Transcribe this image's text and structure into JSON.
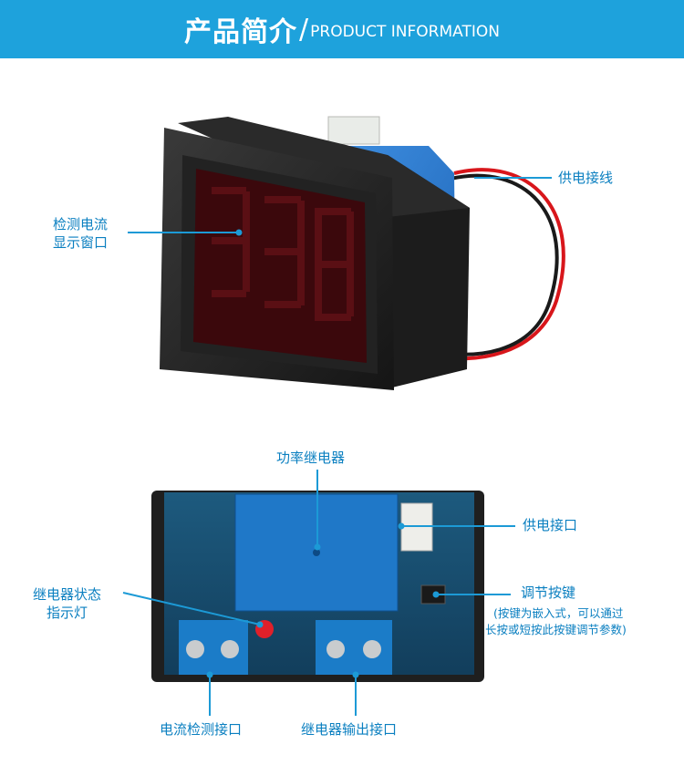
{
  "banner": {
    "title_cn": "产品简介",
    "slash": "/",
    "title_en": "PRODUCT INFORMATION"
  },
  "labels": {
    "display_window_line1": "检测电流",
    "display_window_line2": "显示窗口",
    "power_wire": "供电接线",
    "power_relay": "功率继电器",
    "power_port": "供电接口",
    "relay_status_line1": "继电器状态",
    "relay_status_line2": "指示灯",
    "adjust_button": "调节按键",
    "adjust_note_line1": "(按键为嵌入式，可以通过",
    "adjust_note_line2": "长按或短按此按键调节参数)",
    "current_port": "电流检测接口",
    "relay_output_port": "继电器输出接口"
  },
  "colors": {
    "accent": "#1ea2dc",
    "label": "#0a7fc0"
  }
}
